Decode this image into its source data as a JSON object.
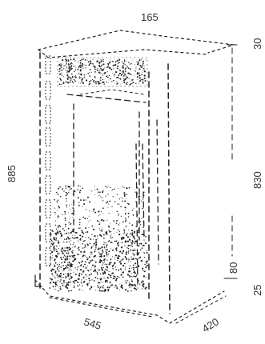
{
  "diagram": {
    "dimensions": {
      "top_width": "165",
      "total_height": "885",
      "top_segment": "30",
      "middle_segment": "830",
      "plinth": "80",
      "bottom_segment": "25",
      "front_width": "545",
      "depth": "420"
    }
  }
}
